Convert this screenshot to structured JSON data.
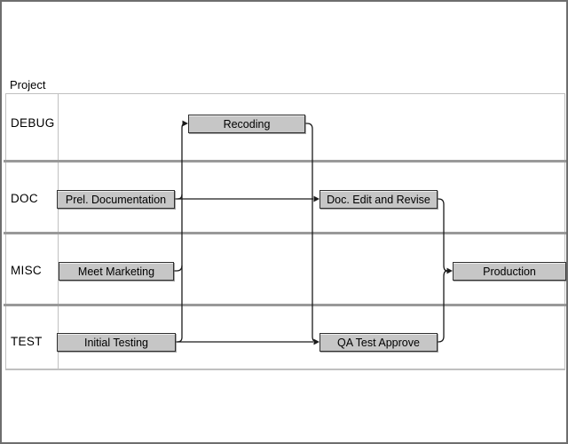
{
  "diagram": {
    "title": "Project",
    "type": "project-network-diagram",
    "rows": [
      {
        "label": "DEBUG"
      },
      {
        "label": "DOC"
      },
      {
        "label": "MISC"
      },
      {
        "label": "TEST"
      }
    ],
    "tasks": [
      {
        "id": "recoding",
        "label": "Recoding",
        "row": "DEBUG"
      },
      {
        "id": "prel-documentation",
        "label": "Prel. Documentation",
        "row": "DOC"
      },
      {
        "id": "doc-edit-and-revise",
        "label": "Doc. Edit and Revise",
        "row": "DOC"
      },
      {
        "id": "meet-marketing",
        "label": "Meet Marketing",
        "row": "MISC"
      },
      {
        "id": "production",
        "label": "Production",
        "row": "MISC"
      },
      {
        "id": "initial-testing",
        "label": "Initial Testing",
        "row": "TEST"
      },
      {
        "id": "qa-test-approve",
        "label": "QA Test Approve",
        "row": "TEST"
      }
    ],
    "edges": [
      {
        "from": "prel-documentation",
        "to": "recoding"
      },
      {
        "from": "meet-marketing",
        "to": "recoding"
      },
      {
        "from": "initial-testing",
        "to": "recoding"
      },
      {
        "from": "prel-documentation",
        "to": "doc-edit-and-revise"
      },
      {
        "from": "recoding",
        "to": "doc-edit-and-revise"
      },
      {
        "from": "initial-testing",
        "to": "qa-test-approve"
      },
      {
        "from": "recoding",
        "to": "qa-test-approve"
      },
      {
        "from": "doc-edit-and-revise",
        "to": "production"
      },
      {
        "from": "qa-test-approve",
        "to": "production"
      }
    ],
    "colors": {
      "task_fill": "#c6c6c6",
      "task_border": "#303030",
      "connector": "#1a1a1a",
      "grid_light": "#c0c0c0",
      "grid_heavy": "#999999",
      "outer_border": "#6e6e6e",
      "background": "#ffffff",
      "text": "#000000"
    }
  }
}
